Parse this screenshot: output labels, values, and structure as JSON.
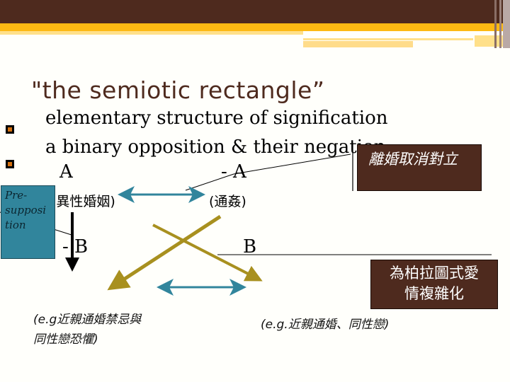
{
  "slide": {
    "title": "\"the semiotic rectangle”",
    "bullets": [
      {
        "icon": "square-bullet-icon",
        "text": "elementary structure of signification"
      },
      {
        "icon": "square-bullet-icon",
        "text": "a binary opposition & their negation"
      }
    ],
    "terms": {
      "a": "A",
      "not_a": "- A",
      "not_b": "- B",
      "b": "B"
    },
    "labels": {
      "hetero_marriage": "(異性婚姻)",
      "adultery": "(通姦)"
    },
    "callouts": {
      "presupposition": [
        "Pre-",
        "supposi",
        "tion"
      ],
      "divorce": "離婚取消對立",
      "platonic": [
        "為柏拉圖式愛",
        "情複雜化"
      ]
    },
    "examples": {
      "left": [
        "(e.g近親通婚禁忌與",
        "同性戀恐懼)"
      ],
      "right": "(e.g.近親通婚、同性戀)"
    },
    "colors": {
      "brand_dark": "#4e2a1e",
      "accent_gold": "#fdb913",
      "teal": "#31859c",
      "olive_arrow": "#a8901f",
      "bullet_orange": "#d4700f"
    }
  }
}
